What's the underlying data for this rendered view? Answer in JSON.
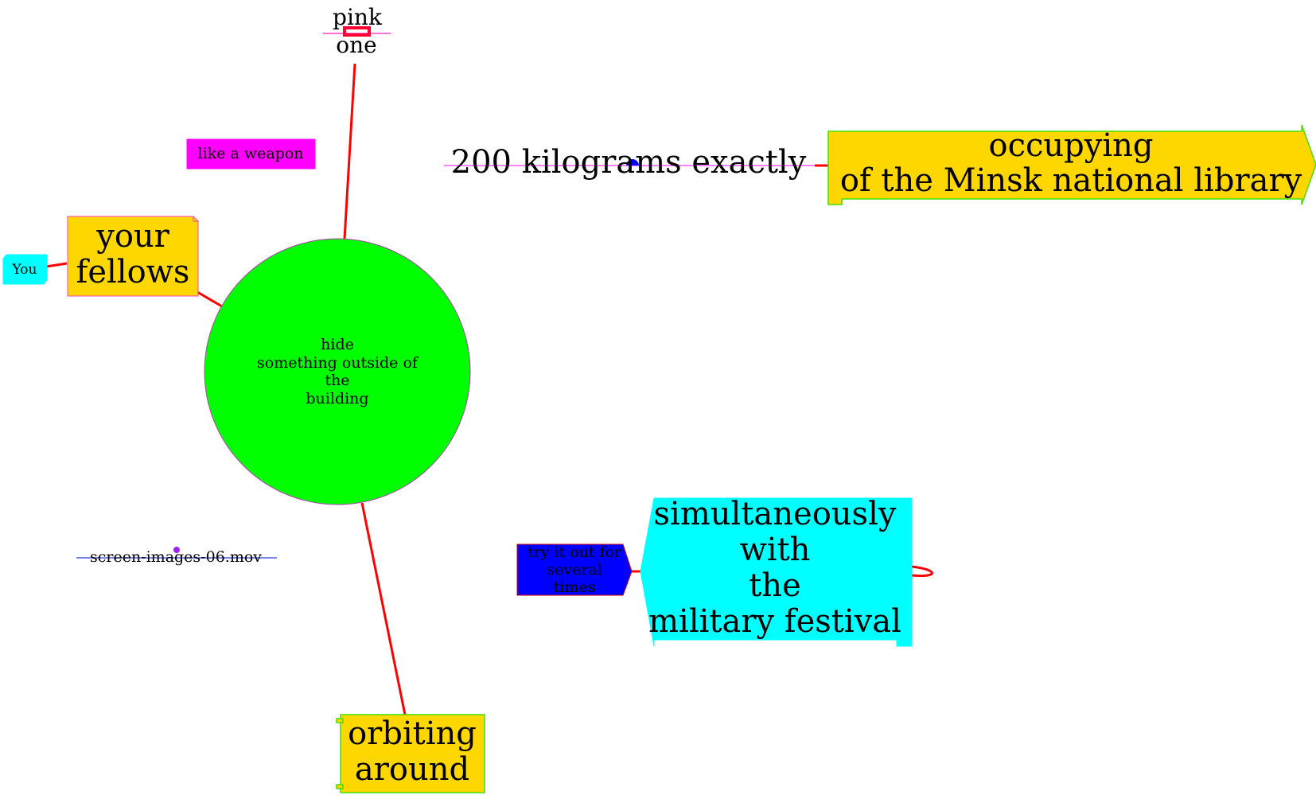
{
  "colors": {
    "edge": "#ff0000",
    "center_fill": "#00ff00",
    "center_stroke": "#b040b0",
    "gold": "#ffd700",
    "cyan": "#00ffff",
    "magenta": "#ff00ff",
    "blue": "#0000ff",
    "green_stroke": "#40e000",
    "pink_stroke": "#ff40c0"
  },
  "nodes": {
    "center": {
      "lines": [
        "hide",
        "something outside of",
        "the",
        "building"
      ]
    },
    "pink_one": {
      "top": "pink",
      "bottom": "one"
    },
    "like_weapon": {
      "label": "like a weapon"
    },
    "your_fellows": {
      "lines": [
        "your",
        "fellows"
      ]
    },
    "you": {
      "label": "You"
    },
    "kilograms": {
      "label": "200 kilograms exactly"
    },
    "occupying": {
      "lines": [
        "occupying",
        "of the Minsk national library"
      ]
    },
    "screen_images": {
      "label": "screen-images-06.mov"
    },
    "try_it_out": {
      "lines": [
        "try it out for",
        "several",
        "times"
      ]
    },
    "simultaneously": {
      "lines": [
        "simultaneously",
        "with",
        "the",
        "military festival"
      ]
    },
    "orbiting": {
      "lines": [
        "orbiting",
        "around"
      ]
    }
  }
}
